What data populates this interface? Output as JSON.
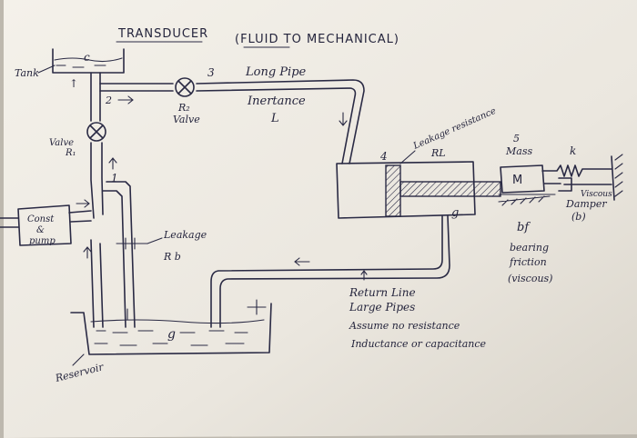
{
  "title": {
    "main": "TRANSDUCER",
    "sub": "(FLUID TO MECHANICAL)"
  },
  "labels": {
    "tank": "Tank",
    "tank_c": "c",
    "arrow_up_tank": "↑",
    "node_2": "2",
    "node_3": "3",
    "r2": "R₂",
    "valve": "Valve",
    "long_pipe": "Long Pipe",
    "inertance": "Inertance",
    "inertance_l": "L",
    "valve_r1_a": "Valve",
    "valve_r1_b": "R₁",
    "node_1": "1",
    "pump_a": "Const",
    "pump_b": "&",
    "pump_c": "pump",
    "leakage": "Leakage",
    "leakage_rb": "R b",
    "node_4": "4",
    "leakage_resistance": "Leakage resistance",
    "rl": "RL",
    "node_5": "5",
    "mass": "Mass",
    "mass_m": "M",
    "k": "k",
    "viscous_damper_a": "Viscous",
    "viscous_damper_b": "Damper",
    "damper_b": "(b)",
    "bf": "bf",
    "bearing_a": "bearing",
    "bearing_b": "friction",
    "bearing_c": "(viscous)",
    "g_cyl": "g",
    "g_res": "g",
    "return_a": "Return Line",
    "return_b": "Large Pipes",
    "assume_a": "Assume no resistance",
    "assume_b": "Inductance or capacitance",
    "reservoir": "Reservoir"
  },
  "colors": {
    "paper": "#eeebe4",
    "ink": "#2a2a44",
    "shadow": "#b9b4ab"
  }
}
